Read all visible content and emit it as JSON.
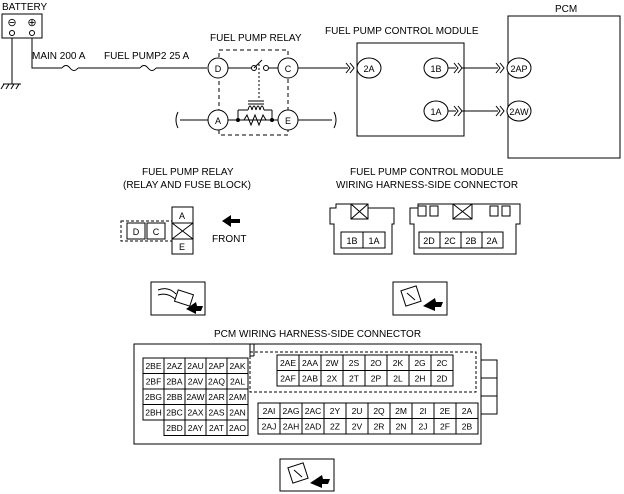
{
  "labels": {
    "battery": "BATTERY",
    "main_fuse": "MAIN 200 A",
    "fuel_pump_fuse": "FUEL PUMP2 25 A",
    "relay_title": "FUEL PUMP RELAY",
    "fpcm_title": "FUEL PUMP CONTROL MODULE",
    "pcm_title": "PCM",
    "relay_conn_title_1": "FUEL PUMP RELAY",
    "relay_conn_title_2": "(RELAY AND FUSE BLOCK)",
    "fpcm_conn_title_1": "FUEL PUMP CONTROL MODULE",
    "fpcm_conn_title_2": "WIRING HARNESS-SIDE CONNECTOR",
    "front": "FRONT",
    "pcm_conn_title": "PCM WIRING HARNESS-SIDE CONNECTOR"
  },
  "battery_terminals": {
    "neg": "⊖",
    "pos": "⊕"
  },
  "relay_pins": {
    "d": "D",
    "c": "C",
    "a": "A",
    "e": "E"
  },
  "fpcm_pins": {
    "p2a": "2A",
    "p1b": "1B",
    "p1a": "1A"
  },
  "pcm_pins": {
    "p2ap": "2AP",
    "p2aw": "2AW"
  },
  "relay_connector": {
    "left": [
      "D",
      "C"
    ],
    "right": [
      "A",
      "E"
    ]
  },
  "fpcm_connector": {
    "left": [
      "1B",
      "1A"
    ],
    "right": [
      "2D",
      "2C",
      "2B",
      "2A"
    ]
  },
  "pcm_connector": {
    "left_block": [
      [
        "2BE",
        "2AZ",
        "2AU",
        "2AP",
        "2AK"
      ],
      [
        "2BF",
        "2BA",
        "2AV",
        "2AQ",
        "2AL"
      ],
      [
        "2BG",
        "2BB",
        "2AW",
        "2AR",
        "2AM"
      ],
      [
        "2BH",
        "2BC",
        "2AX",
        "2AS",
        "2AN"
      ],
      [
        "",
        "2BD",
        "2AY",
        "2AT",
        "2AO"
      ]
    ],
    "right_top": [
      [
        "2AE",
        "2AA",
        "2W",
        "2S",
        "2O",
        "2K",
        "2G",
        "2C"
      ],
      [
        "2AF",
        "2AB",
        "2X",
        "2T",
        "2P",
        "2L",
        "2H",
        "2D"
      ]
    ],
    "right_bottom": [
      [
        "2AI",
        "2AG",
        "2AC",
        "2Y",
        "2U",
        "2Q",
        "2M",
        "2I",
        "2E",
        "2A"
      ],
      [
        "2AJ",
        "2AH",
        "2AD",
        "2Z",
        "2V",
        "2R",
        "2N",
        "2J",
        "2F",
        "2B"
      ]
    ]
  }
}
